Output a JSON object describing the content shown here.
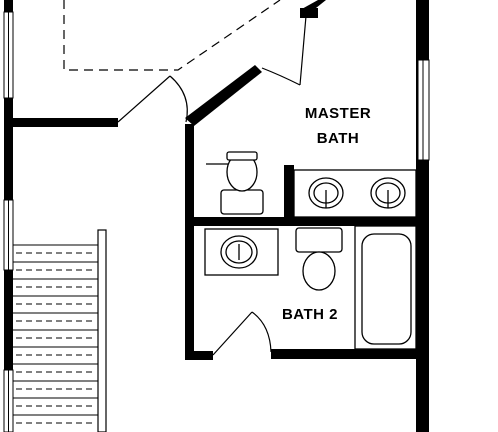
{
  "plan": {
    "rooms": [
      {
        "id": "master-bath",
        "lines": [
          "MASTER",
          "BATH"
        ]
      },
      {
        "id": "bath-2",
        "lines": [
          "BATH 2"
        ]
      }
    ],
    "fixtures": [
      "toilet",
      "double-sink",
      "sink",
      "toilet",
      "bathtub"
    ],
    "colors": {
      "wall": "#000000",
      "background": "#ffffff"
    }
  }
}
